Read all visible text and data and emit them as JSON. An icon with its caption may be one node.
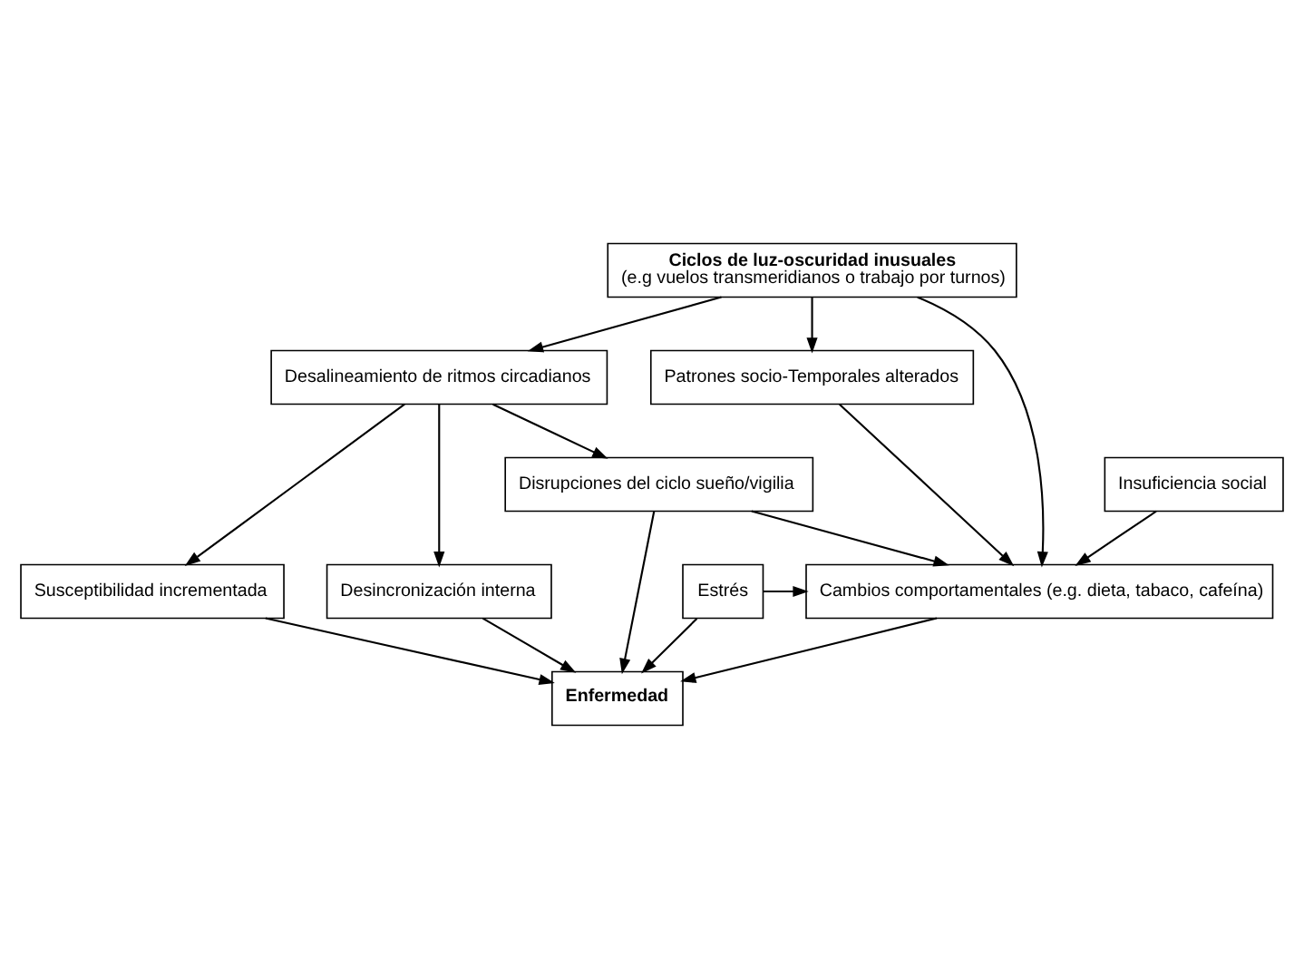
{
  "diagram": {
    "nodes": [
      {
        "text": [
          "Ciclos de luz-oscuridad inusuales",
          "(e.g vuelos transmeridianos o trabajo por turnos)"
        ]
      },
      {
        "text": [
          "Desalineamiento de ritmos circadianos"
        ]
      },
      {
        "text": [
          "Patrones socio-Temporales alterados"
        ]
      },
      {
        "text": [
          "Disrupciones del ciclo sueño/vigilia"
        ]
      },
      {
        "text": [
          "Insuficiencia social"
        ]
      },
      {
        "text": [
          "Susceptibilidad incrementada"
        ]
      },
      {
        "text": [
          "Cambios comportamentales (e.g. dieta, tabaco, cafeína)"
        ]
      },
      {
        "text": [
          "Estrés"
        ]
      },
      {
        "text": [
          "Desincronización interna"
        ]
      },
      {
        "text": [
          "Enfermedad"
        ]
      }
    ],
    "edges": [
      {
        "from": 0,
        "to": 1,
        "arrow": "to"
      },
      {
        "from": 0,
        "to": 6,
        "arrow": "to"
      },
      {
        "from": 0,
        "to": 2,
        "arrow": "to"
      },
      {
        "from": 1,
        "to": 3,
        "arrow": "to"
      },
      {
        "from": 1,
        "to": 5,
        "arrow": "to"
      },
      {
        "from": 1,
        "to": 8,
        "arrow": "to"
      },
      {
        "from": 3,
        "to": 6,
        "arrow": "to"
      },
      {
        "from": 2,
        "to": 6,
        "arrow": "to"
      },
      {
        "from": 4,
        "to": 6,
        "arrow": "to"
      },
      {
        "from": 7,
        "to": 6,
        "arrow": "to"
      },
      {
        "from": 3,
        "to": 9,
        "arrow": "to"
      },
      {
        "from": 5,
        "to": 9,
        "arrow": "to"
      },
      {
        "from": 8,
        "to": 9,
        "arrow": "to"
      },
      {
        "from": 6,
        "to": 9,
        "arrow": "to"
      },
      {
        "from": 7,
        "to": 9,
        "arrow": "to"
      }
    ]
  }
}
